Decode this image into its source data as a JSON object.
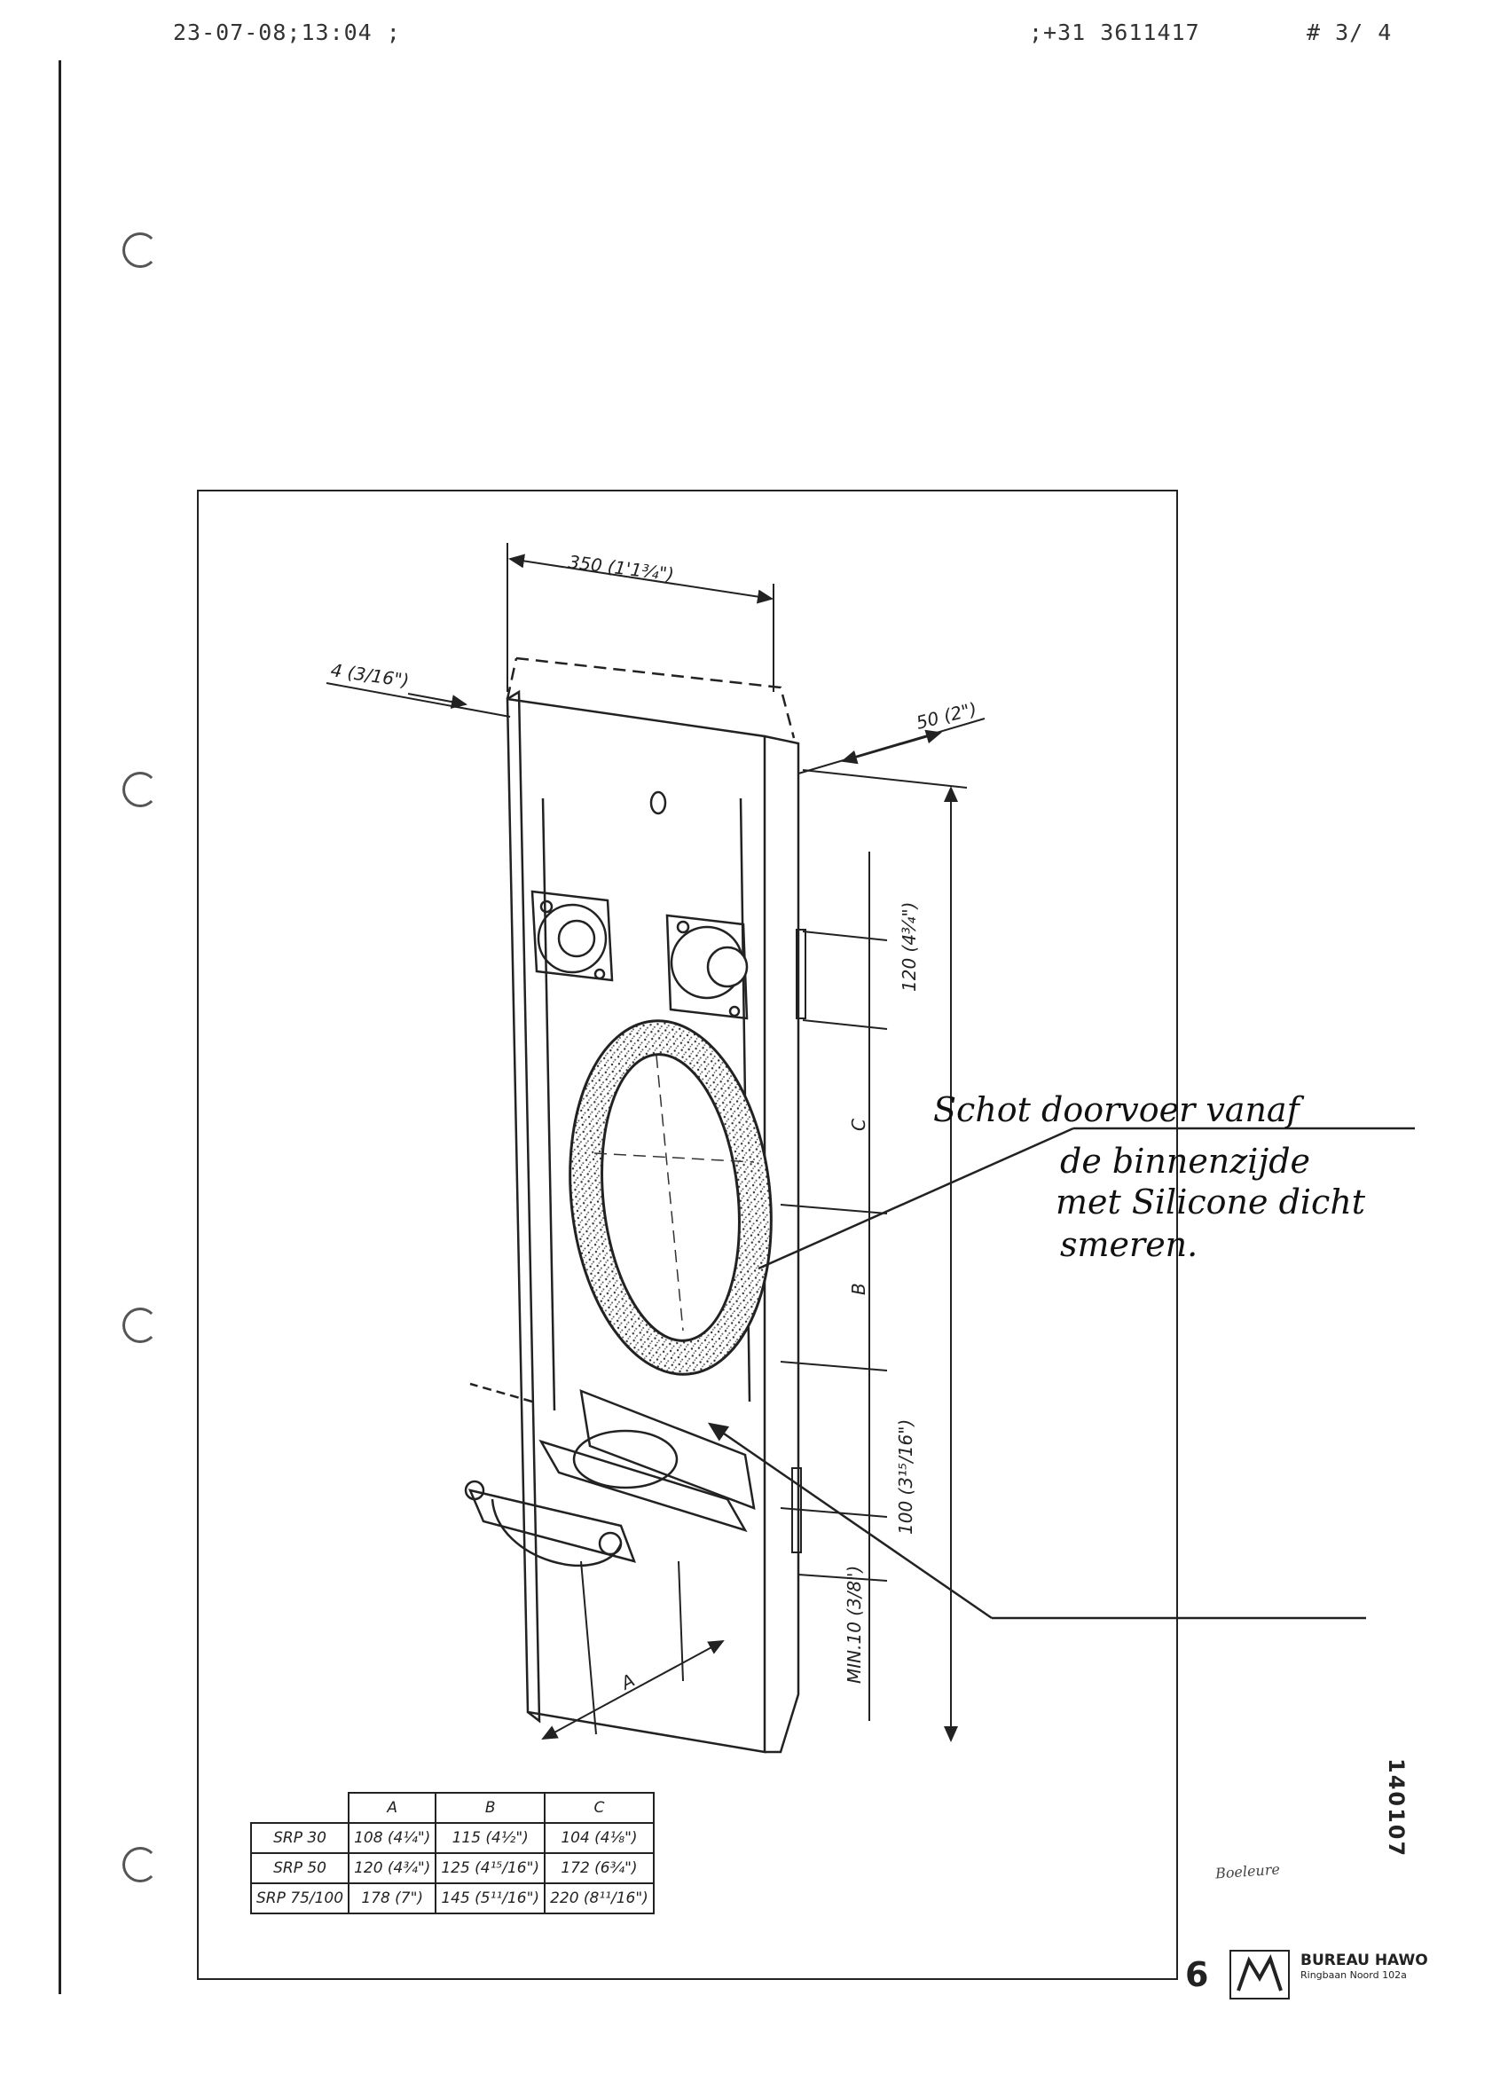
{
  "fax_header": {
    "datetime": "23-07-08;13:04  ;",
    "phone": ";+31 3611417",
    "page": "#  3/  4"
  },
  "dimensions": {
    "width_top": "350 (1'1¾\")",
    "thickness": "4 (3/16\")",
    "depth": "50 (2\")",
    "height_upper": "120 (4¾\")",
    "label_c": "C",
    "label_b": "B",
    "height_lower": "100 (3¹⁵/16\")",
    "min_gap": "MIN.10 (3/8\")",
    "label_a": "A"
  },
  "annotation": {
    "lines": [
      "Schot  doorvoer  vanaf",
      "de binnenzijde",
      "met Silicone  dicht",
      "smeren."
    ]
  },
  "spec_table": {
    "headers": [
      "",
      "A",
      "B",
      "C"
    ],
    "rows": [
      [
        "SRP 30",
        "108 (4¼\")",
        "115 (4½\")",
        "104 (4⅛\")"
      ],
      [
        "SRP 50",
        "120 (4¾\")",
        "125 (4¹⁵/16\")",
        "172 (6¾\")"
      ],
      [
        "SRP 75/100",
        "178 (7\")",
        "145 (5¹¹/16\")",
        "220 (8¹¹/16\")"
      ]
    ]
  },
  "footer": {
    "page_number": "6",
    "company": "BUREAU HAWO",
    "address": "Ringbaan Noord 102a",
    "signature": "Boeleure",
    "side_date": "140107"
  },
  "colors": {
    "ink": "#222222",
    "paper": "#ffffff"
  }
}
